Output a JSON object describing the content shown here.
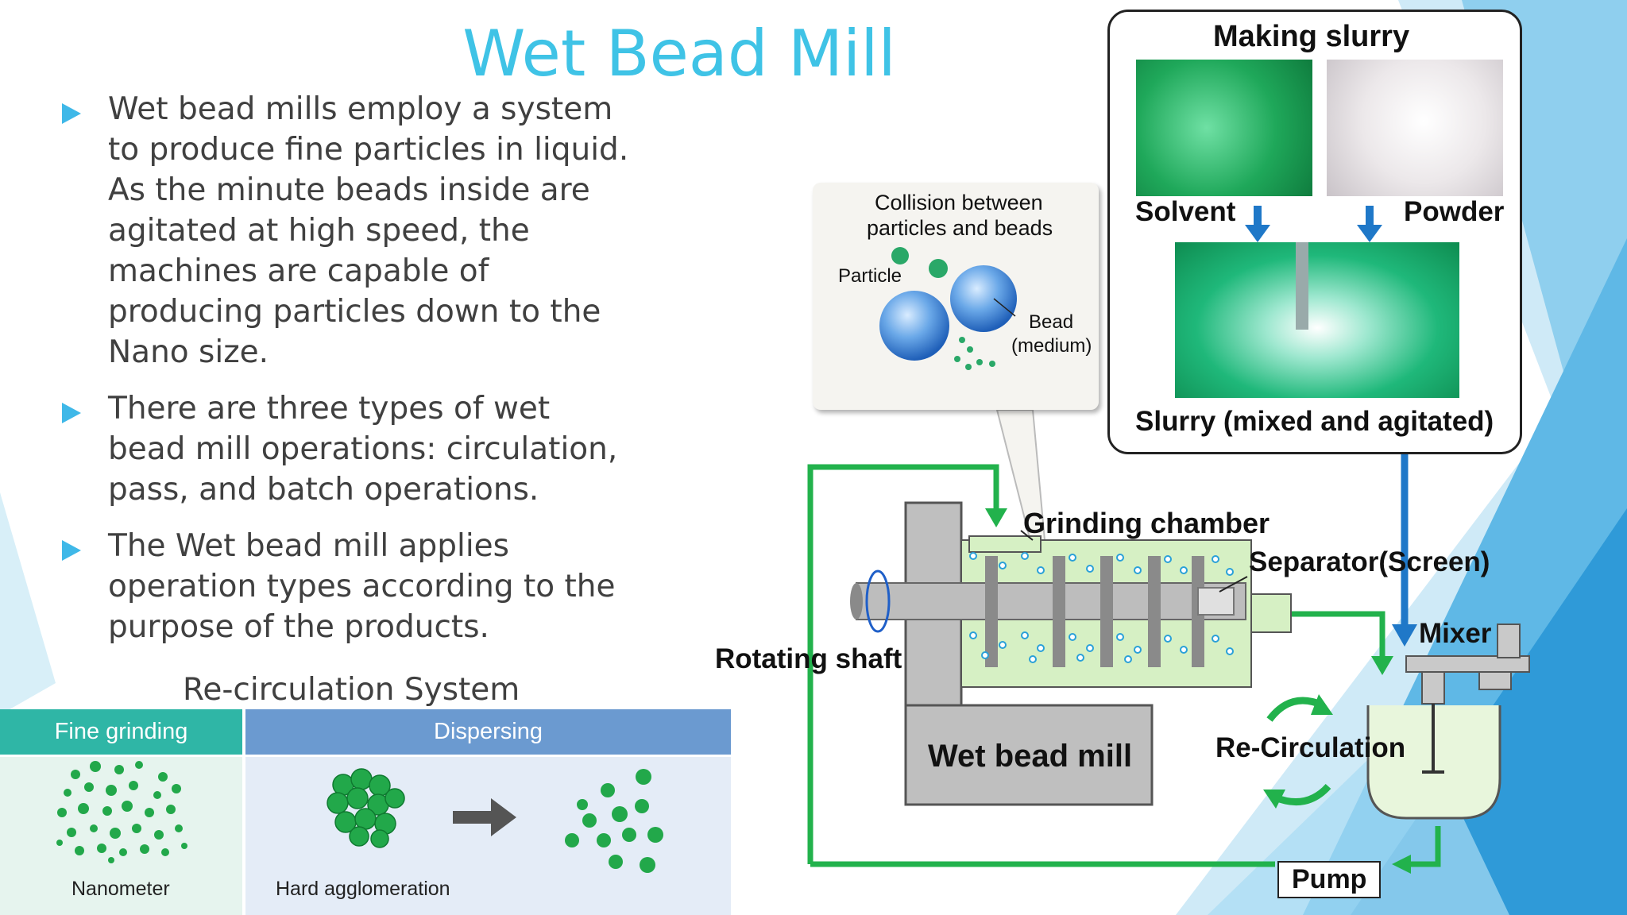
{
  "title": "Wet Bead Mill",
  "bullets": [
    {
      "text": "Wet bead mills employ a system to produce fine particles in liquid. As the minute beads inside are agitated at high speed, the machines are capable of producing particles down to the Nano size."
    },
    {
      "text": "There are three types of wet bead mill operations: circulation, pass, and batch operations."
    },
    {
      "text": "The Wet bead mill applies operation types according to the purpose of the products."
    }
  ],
  "recirculation_title": "Re-circulation System",
  "table": {
    "headers": [
      "Fine grinding",
      "Dispersing"
    ],
    "captions": [
      "Nanometer",
      "Hard agglomeration"
    ]
  },
  "diagram": {
    "slurry_box_title": "Making slurry",
    "solvent": "Solvent",
    "powder": "Powder",
    "slurry": "Slurry (mixed and agitated)",
    "callout_title_line1": "Collision between",
    "callout_title_line2": "particles and beads",
    "particle": "Particle",
    "bead_line1": "Bead",
    "bead_line2": "(medium)",
    "grinding_chamber": "Grinding chamber",
    "separator": "Separator(Screen)",
    "mixer": "Mixer",
    "rotating_shaft": "Rotating shaft",
    "wet_bead_mill": "Wet bead mill",
    "re_circulation": "Re-Circulation",
    "pump": "Pump"
  },
  "colors": {
    "title": "#3fc3e6",
    "bullet_arrow": "#3fb8e8",
    "flow_green": "#22b24c",
    "flow_blue": "#1f78c8",
    "fine_header": "#2fb6a6",
    "disp_header": "#6b9ad0"
  }
}
